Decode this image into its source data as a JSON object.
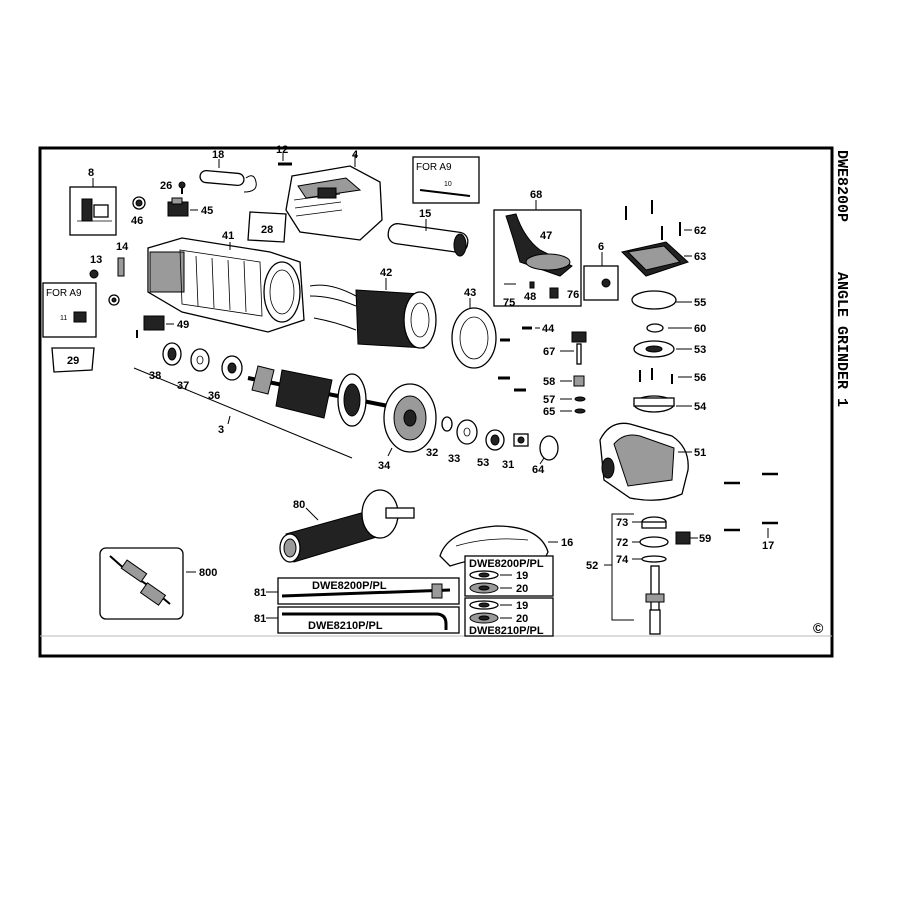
{
  "side_title": {
    "model": "DWE8200P",
    "name": "ANGLE GRINDER 1"
  },
  "callouts": {
    "c3": "3",
    "c4": "4",
    "c6": "6",
    "c8": "8",
    "c10": "10",
    "c11": "11",
    "c12": "12",
    "c13": "13",
    "c14": "14",
    "c15": "15",
    "c16": "16",
    "c17": "17",
    "c18": "18",
    "c19a": "19",
    "c19b": "19",
    "c20a": "20",
    "c20b": "20",
    "c26": "26",
    "c28": "28",
    "c29": "29",
    "c31": "31",
    "c32": "32",
    "c33": "33",
    "c34": "34",
    "c36": "36",
    "c37": "37",
    "c38": "38",
    "c41": "41",
    "c42": "42",
    "c43": "43",
    "c44": "44",
    "c45": "45",
    "c46": "46",
    "c47": "47",
    "c48": "48",
    "c49": "49",
    "c51": "51",
    "c52": "52",
    "c53a": "53",
    "c53b": "53",
    "c54": "54",
    "c55": "55",
    "c56": "56",
    "c57": "57",
    "c58": "58",
    "c59": "59",
    "c60": "60",
    "c62": "62",
    "c63": "63",
    "c64": "64",
    "c65": "65",
    "c67": "67",
    "c68": "68",
    "c72": "72",
    "c73": "73",
    "c74": "74",
    "c75": "75",
    "c76": "76",
    "c80": "80",
    "c81a": "81",
    "c81b": "81",
    "c800": "800"
  },
  "notes": {
    "for_a9_top": "FOR A9",
    "for_a9_left": "FOR A9"
  },
  "models": {
    "dwe8200_wrench": "DWE8200P/PL",
    "dwe8210_wrench": "DWE8210P/PL",
    "dwe8200_flange": "DWE8200P/PL",
    "dwe8210_flange": "DWE8210P/PL"
  },
  "copyright_mark": "©"
}
